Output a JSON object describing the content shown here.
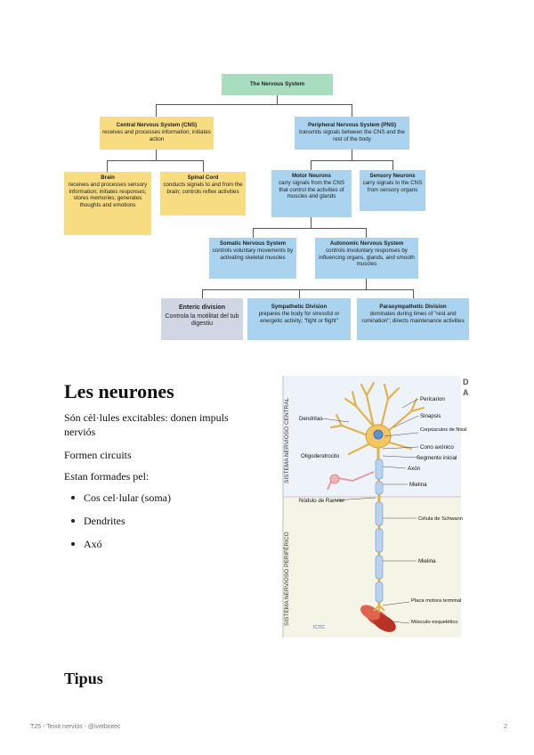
{
  "diagram": {
    "root": {
      "title": "The Nervous System"
    },
    "cns": {
      "title": "Central Nervous System (CNS)",
      "desc": "receives and processes information; initiates action"
    },
    "pns": {
      "title": "Peripheral Nervous System (PNS)",
      "desc": "transmits signals between the CNS and the rest of the body"
    },
    "brain": {
      "title": "Brain",
      "desc": "receives and processes sensory information; initiates responses; stores memories; generates thoughts and emotions"
    },
    "spinal": {
      "title": "Spinal Cord",
      "desc": "conducts signals to and from the brain; controls reflex activities"
    },
    "motor": {
      "title": "Motor Neurons",
      "desc": "carry signals from the CNS that control the activities of muscles and glands"
    },
    "sensory": {
      "title": "Sensory Neurons",
      "desc": "carry signals to the CNS from sensory organs"
    },
    "somatic": {
      "title": "Somatic Nervous System",
      "desc": "controls voluntary movements by activating skeletal muscles"
    },
    "autonomic": {
      "title": "Autonomic Nervous System",
      "desc": "controls involuntary responses by influencing organs, glands, and smooth muscles"
    },
    "enteric": {
      "title": "Enteric division",
      "desc": "Controla la motilitat del tub digestiu"
    },
    "sympathetic": {
      "title": "Sympathetic Division",
      "desc": "prepares the body for stressful or energetic activity; \"fight or flight\""
    },
    "parasympathetic": {
      "title": "Parasympathetic Division",
      "desc": "dominates during times of \"rest and rumination\"; directs maintenance activities"
    }
  },
  "section": {
    "heading": "Les neurones",
    "para1": "Són cèl·lules excitables: donen impuls nerviós",
    "para2": "Formen circuits",
    "para3": "Estan formades pel:",
    "bullets": [
      "Cos cel·lular (soma)",
      "Dendrites",
      "Axó"
    ]
  },
  "neuron_figure": {
    "side_top": "SISTEMA NERVIOSO CENTRAL",
    "side_bottom": "SISTEMA NERVIOSO PERIFÉRICO",
    "corner": "D\nA",
    "labels": {
      "dendritas": "Dendritas",
      "pericarion": "Pericarion",
      "sinapsis": "Sinapsis",
      "nissl": "Corpúsculos de Nissl",
      "cono": "Cono axónico",
      "segmento": "Segmento inicial",
      "axon": "Axón",
      "oligodendrocito": "Oligodendrocito",
      "mielina": "Mielina",
      "ranvier": "Nódulo de Ranvier",
      "schwann": "Célula de Schwann",
      "mielina2": "Mielina",
      "placa": "Placa motora terminal",
      "musculo": "Músculo esquelético",
      "logo": "ICTIC"
    }
  },
  "tipus_heading": "Tipus",
  "footer": {
    "left": "T25 - Teixit nerviós - @ivetbiotec",
    "page": "2"
  }
}
